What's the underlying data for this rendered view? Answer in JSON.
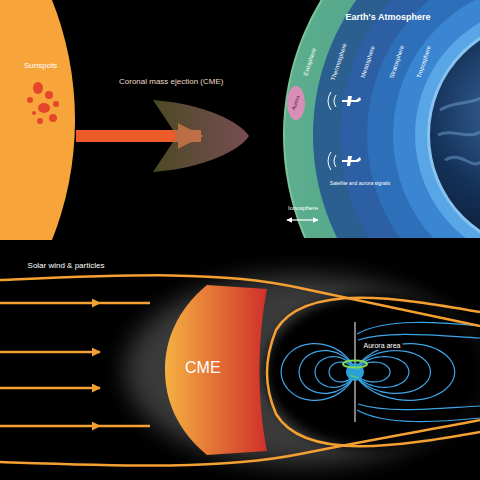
{
  "diagram": {
    "nodes": [
      {
        "text": [
          "Sunspots"
        ]
      },
      {
        "text": [
          "Coronal mass ejection (CME)"
        ]
      },
      {
        "text": [
          "CME"
        ]
      }
    ],
    "edges": [
      {
        "from": 0,
        "to": 1,
        "arrow": "to"
      }
    ],
    "labels": [
      "Earth's Atmosphere",
      "Exosphere",
      "Thermosphere",
      "Mesosphere",
      "Stratosphere",
      "Troposphere",
      "Aurora",
      "Satellite and aurora signals",
      "Ionosphere",
      "Solar wind & particles",
      "Aurora area"
    ]
  }
}
